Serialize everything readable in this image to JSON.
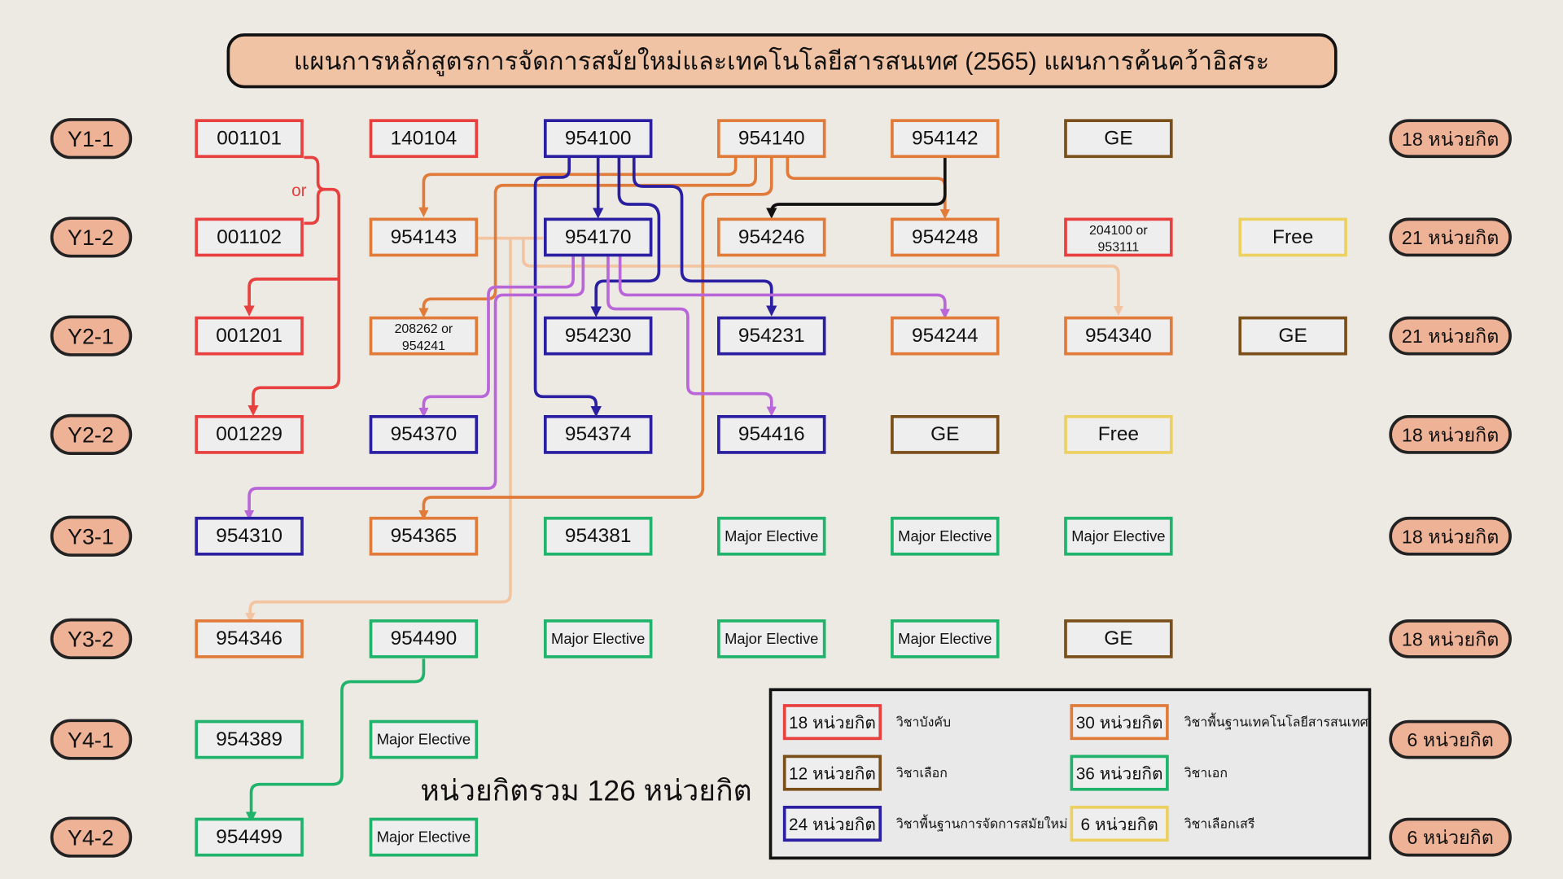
{
  "title": "แผนการหลักสูตรการจัดการสมัยใหม่และเทคโนโลยีสารสนเทศ (2565) แผนการค้นคว้าอิสระ",
  "colors": {
    "required": "#e8403f",
    "it_foundation": "#e07b3a",
    "elective": "#7a4f1a",
    "major": "#1fb36b",
    "mm_foundation": "#2a1fa0",
    "free": "#ecd060",
    "prereq_purple": "#b966d8",
    "prereq_peach": "#f2c4a0",
    "prereq_black": "#111111",
    "pill": "#eeb296",
    "background": "#ede9e3"
  },
  "or_label": "or",
  "rows": [
    {
      "year": "Y1-1",
      "credits": "18 หน่วยกิต",
      "courses": [
        {
          "code": "001101",
          "cat": "required"
        },
        {
          "code": "140104",
          "cat": "required"
        },
        {
          "code": "954100",
          "cat": "mm_foundation"
        },
        {
          "code": "954140",
          "cat": "it_foundation"
        },
        {
          "code": "954142",
          "cat": "it_foundation"
        },
        {
          "code": "GE",
          "cat": "elective"
        }
      ]
    },
    {
      "year": "Y1-2",
      "credits": "21 หน่วยกิต",
      "courses": [
        {
          "code": "001102",
          "cat": "required"
        },
        {
          "code": "954143",
          "cat": "it_foundation"
        },
        {
          "code": "954170",
          "cat": "mm_foundation"
        },
        {
          "code": "954246",
          "cat": "it_foundation"
        },
        {
          "code": "954248",
          "cat": "it_foundation"
        },
        {
          "code": "204100 or 953111",
          "cat": "required"
        },
        {
          "code": "Free",
          "cat": "free"
        }
      ]
    },
    {
      "year": "Y2-1",
      "credits": "21 หน่วยกิต",
      "courses": [
        {
          "code": "001201",
          "cat": "required"
        },
        {
          "code": "208262 or 954241",
          "cat": "it_foundation"
        },
        {
          "code": "954230",
          "cat": "mm_foundation"
        },
        {
          "code": "954231",
          "cat": "mm_foundation"
        },
        {
          "code": "954244",
          "cat": "it_foundation"
        },
        {
          "code": "954340",
          "cat": "it_foundation"
        },
        {
          "code": "GE",
          "cat": "elective"
        }
      ]
    },
    {
      "year": "Y2-2",
      "credits": "18 หน่วยกิต",
      "courses": [
        {
          "code": "001229",
          "cat": "required"
        },
        {
          "code": "954370",
          "cat": "mm_foundation"
        },
        {
          "code": "954374",
          "cat": "mm_foundation"
        },
        {
          "code": "954416",
          "cat": "mm_foundation"
        },
        {
          "code": "GE",
          "cat": "elective"
        },
        {
          "code": "Free",
          "cat": "free"
        }
      ]
    },
    {
      "year": "Y3-1",
      "credits": "18 หน่วยกิต",
      "courses": [
        {
          "code": "954310",
          "cat": "mm_foundation"
        },
        {
          "code": "954365",
          "cat": "it_foundation"
        },
        {
          "code": "954381",
          "cat": "major"
        },
        {
          "code": "Major Elective",
          "cat": "major"
        },
        {
          "code": "Major Elective",
          "cat": "major"
        },
        {
          "code": "Major Elective",
          "cat": "major"
        }
      ]
    },
    {
      "year": "Y3-2",
      "credits": "18 หน่วยกิต",
      "courses": [
        {
          "code": "954346",
          "cat": "it_foundation"
        },
        {
          "code": "954490",
          "cat": "major"
        },
        {
          "code": "Major Elective",
          "cat": "major"
        },
        {
          "code": "Major Elective",
          "cat": "major"
        },
        {
          "code": "Major Elective",
          "cat": "major"
        },
        {
          "code": "GE",
          "cat": "elective"
        }
      ]
    },
    {
      "year": "Y4-1",
      "credits": "6 หน่วยกิต",
      "courses": [
        {
          "code": "954389",
          "cat": "major"
        },
        {
          "code": "Major Elective",
          "cat": "major"
        }
      ]
    },
    {
      "year": "Y4-2",
      "credits": "6 หน่วยกิต",
      "courses": [
        {
          "code": "954499",
          "cat": "major"
        },
        {
          "code": "Major Elective",
          "cat": "major"
        }
      ]
    }
  ],
  "total": "หน่วยกิตรวม 126 หน่วยกิต",
  "legend": [
    {
      "credits": "18 หน่วยกิต",
      "label": "วิชาบังคับ",
      "cat": "required"
    },
    {
      "credits": "30 หน่วยกิต",
      "label": "วิชาพื้นฐานเทคโนโลยีสารสนเทศ",
      "cat": "it_foundation"
    },
    {
      "credits": "12 หน่วยกิต",
      "label": "วิชาเลือก",
      "cat": "elective"
    },
    {
      "credits": "36 หน่วยกิต",
      "label": "วิชาเอก",
      "cat": "major"
    },
    {
      "credits": "24 หน่วยกิต",
      "label": "วิชาพื้นฐานการจัดการสมัยใหม่",
      "cat": "mm_foundation"
    },
    {
      "credits": "6 หน่วยกิต",
      "label": "วิชาเลือกเสรี",
      "cat": "free"
    }
  ]
}
